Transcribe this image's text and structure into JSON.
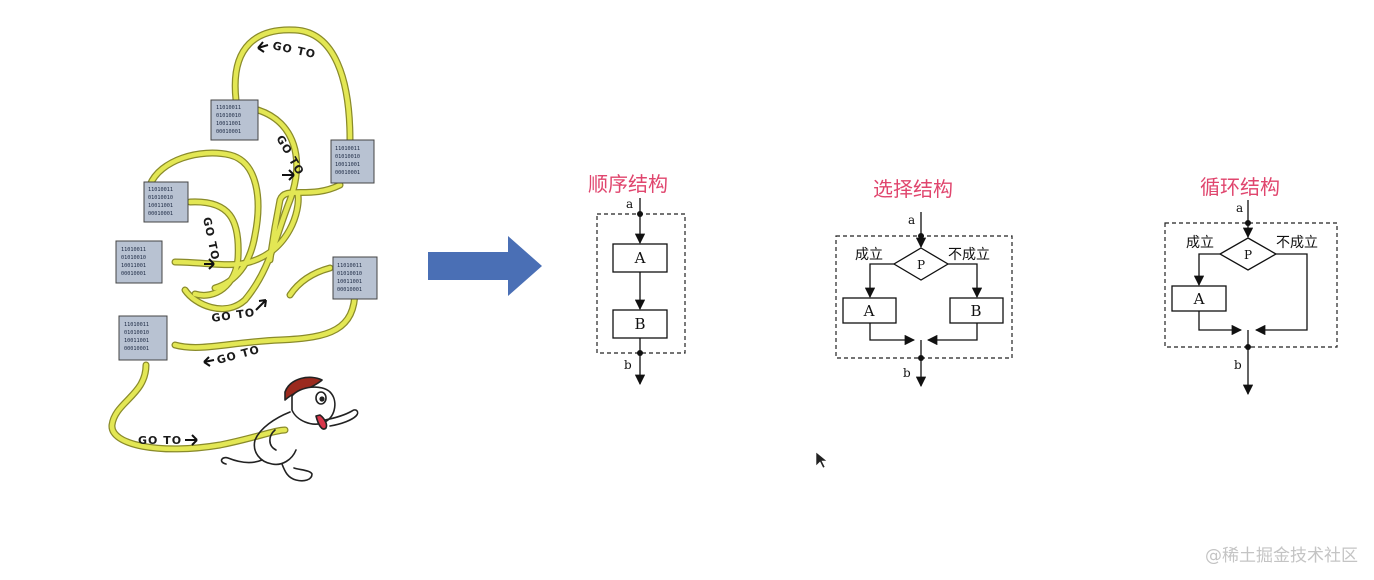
{
  "spaghetti": {
    "goto_label": "GO TO",
    "blocks": [
      [
        "11010011",
        "01010010",
        "10011001",
        "00010001"
      ],
      [
        "11010011",
        "01010010",
        "10011001",
        "00010001"
      ],
      [
        "11010011",
        "01010010",
        "10011001",
        "00010001"
      ],
      [
        "11010011",
        "01010010",
        "10011001",
        "00010001"
      ],
      [
        "11010011",
        "01010010",
        "10011001",
        "00010001"
      ],
      [
        "11010011",
        "01010010",
        "10011001",
        "00010001"
      ]
    ]
  },
  "sequence": {
    "title": "顺序结构",
    "entry": "a",
    "exit": "b",
    "box_a": "A",
    "box_b": "B"
  },
  "selection": {
    "title": "选择结构",
    "entry": "a",
    "exit": "b",
    "cond": "P",
    "true_label": "成立",
    "false_label": "不成立",
    "box_a": "A",
    "box_b": "B"
  },
  "loop": {
    "title": "循环结构",
    "entry": "a",
    "exit": "b",
    "cond": "P",
    "true_label": "成立",
    "false_label": "不成立",
    "box_a": "A"
  },
  "watermark": "@稀土掘金技术社区",
  "colors": {
    "wire": "#dfe34e",
    "arrow": "#4a6fb5",
    "title": "#e0466e"
  }
}
